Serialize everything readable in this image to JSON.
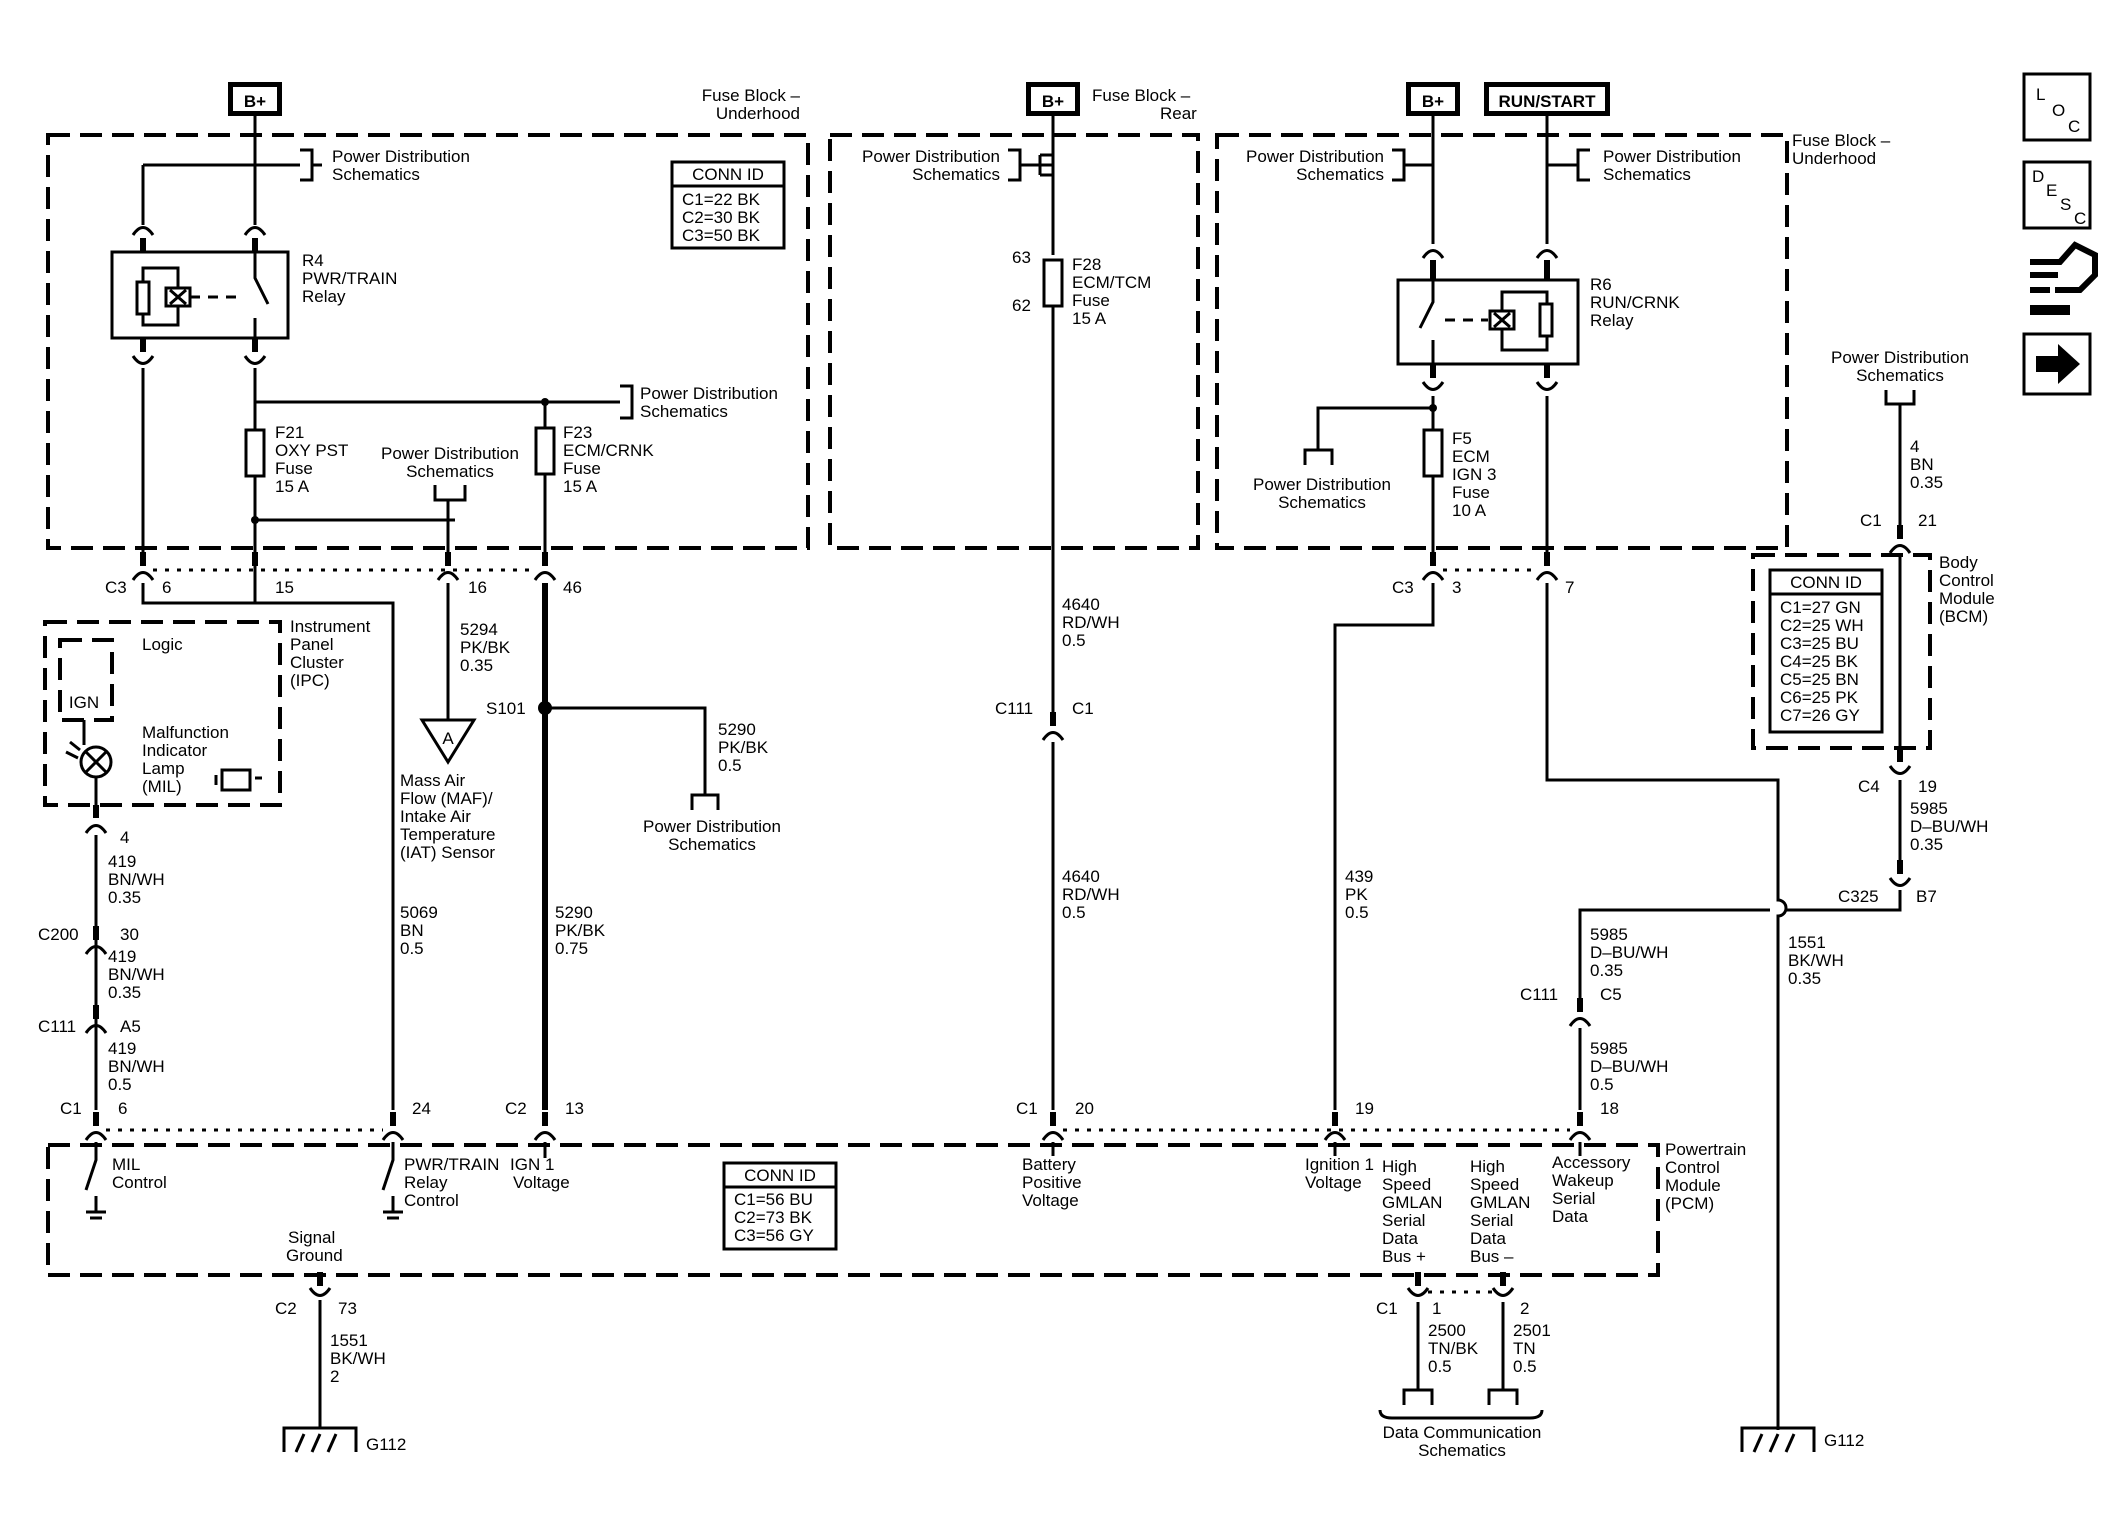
{
  "power_tags": {
    "bplus_1": "B+",
    "bplus_2": "B+",
    "bplus_3": "B+",
    "run_start": "RUN/START"
  },
  "fuse_blocks": {
    "underhood_left": [
      "Fuse Block –",
      "Underhood"
    ],
    "rear": [
      "Fuse Block –",
      "Rear"
    ],
    "underhood_right": [
      "Fuse Block –",
      "Underhood"
    ]
  },
  "power_distribution": [
    "Power Distribution",
    "Schematics"
  ],
  "data_comm": [
    "Data Communication",
    "Schematics"
  ],
  "conn_id": {
    "fuse_block": {
      "title": "CONN ID",
      "rows": [
        "C1=22 BK",
        "C2=30 BK",
        "C3=50 BK"
      ]
    },
    "bcm": {
      "title": "CONN ID",
      "rows": [
        "C1=27 GN",
        "C2=25 WH",
        "C3=25 BU",
        "C4=25 BK",
        "C5=25 BN",
        "C6=25 PK",
        "C7=26 GY"
      ]
    },
    "pcm": {
      "title": "CONN ID",
      "rows": [
        "C1=56 BU",
        "C2=73 BK",
        "C3=56 GY"
      ]
    }
  },
  "relays": {
    "r4": [
      "R4",
      "PWR/TRAIN",
      "Relay"
    ],
    "r6": [
      "R6",
      "RUN/CRNK",
      "Relay"
    ]
  },
  "fuses": {
    "f21": [
      "F21",
      "OXY PST",
      "Fuse",
      "15 A"
    ],
    "f23": [
      "F23",
      "ECM/CRNK",
      "Fuse",
      "15 A"
    ],
    "f28": [
      "F28",
      "ECM/TCM",
      "Fuse",
      "15 A"
    ],
    "f5": [
      "F5",
      "ECM",
      "IGN 3",
      "Fuse",
      "10 A"
    ]
  },
  "f28_pins": {
    "top": "63",
    "bottom": "62"
  },
  "connectors": {
    "c3_left": {
      "name": "C3",
      "pins": [
        "6",
        "15",
        "16",
        "46"
      ]
    },
    "c3_right": {
      "name": "C3",
      "pins": [
        "3",
        "7"
      ]
    },
    "c111_rear": {
      "name": "C111",
      "pin": "C1"
    },
    "c200": {
      "name": "C200",
      "pin": "30"
    },
    "c111_ipc": {
      "name": "C111",
      "pin": "A5"
    },
    "c111_right": {
      "name": "C111",
      "pin": "C5"
    },
    "s101": "S101",
    "pcm_c1_left": {
      "name": "C1",
      "pins": [
        "6",
        "24"
      ]
    },
    "pcm_c2": {
      "name": "C2",
      "pin": "13"
    },
    "pcm_c1_mid": {
      "name": "C1",
      "pins": [
        "20",
        "19",
        "18"
      ]
    },
    "pcm_c2_gnd": {
      "name": "C2",
      "pin": "73"
    },
    "pcm_c1_bus": {
      "name": "C1",
      "pins": [
        "1",
        "2"
      ]
    },
    "bcm_c1": {
      "name": "C1",
      "pin": "21"
    },
    "bcm_c4": {
      "name": "C4",
      "pin": "19"
    },
    "c325": {
      "name": "C325",
      "pin": "B7"
    },
    "ipc_pin": "4"
  },
  "wires": {
    "w5294": [
      "5294",
      "PK/BK",
      "0.35"
    ],
    "w5290a": [
      "5290",
      "PK/BK",
      "0.5"
    ],
    "w5290b": [
      "5290",
      "PK/BK",
      "0.75"
    ],
    "w5069": [
      "5069",
      "BN",
      "0.5"
    ],
    "w419a": [
      "419",
      "BN/WH",
      "0.35"
    ],
    "w419b": [
      "419",
      "BN/WH",
      "0.35"
    ],
    "w419c": [
      "419",
      "BN/WH",
      "0.5"
    ],
    "w4640a": [
      "4640",
      "RD/WH",
      "0.5"
    ],
    "w4640b": [
      "4640",
      "RD/WH",
      "0.5"
    ],
    "w439": [
      "439",
      "PK",
      "0.5"
    ],
    "w4": [
      "4",
      "BN",
      "0.35"
    ],
    "w5985a": [
      "5985",
      "D–BU/WH",
      "0.35"
    ],
    "w5985b": [
      "5985",
      "D–BU/WH",
      "0.35"
    ],
    "w5985c": [
      "5985",
      "D–BU/WH",
      "0.5"
    ],
    "w1551a": [
      "1551",
      "BK/WH",
      "0.35"
    ],
    "w1551b": [
      "1551",
      "BK/WH",
      "2"
    ],
    "w2500": [
      "2500",
      "TN/BK",
      "0.5"
    ],
    "w2501": [
      "2501",
      "TN",
      "0.5"
    ]
  },
  "modules": {
    "ipc": [
      "Instrument",
      "Panel",
      "Cluster",
      "(IPC)"
    ],
    "ipc_logic": "Logic",
    "ipc_ign": "IGN",
    "mil": [
      "Malfunction",
      "Indicator",
      "Lamp",
      "(MIL)"
    ],
    "bcm": [
      "Body",
      "Control",
      "Module",
      "(BCM)"
    ],
    "pcm": [
      "Powertrain",
      "Control",
      "Module",
      "(PCM)"
    ],
    "maf": [
      "Mass Air",
      "Flow (MAF)/",
      "Intake Air",
      "Temperature",
      "(IAT) Sensor"
    ],
    "maf_tag": "A"
  },
  "pcm_functions": {
    "mil_control": [
      "MIL",
      "Control"
    ],
    "pwr_relay_control": [
      "PWR/TRAIN",
      "Relay",
      "Control"
    ],
    "ign1_voltage": [
      "IGN 1",
      "Voltage"
    ],
    "battery_voltage": [
      "Battery",
      "Positive",
      "Voltage"
    ],
    "ignition1_voltage": [
      "Ignition 1",
      "Voltage"
    ],
    "hs_plus": [
      "High",
      "Speed",
      "GMLAN",
      "Serial",
      "Data",
      "Bus +"
    ],
    "hs_minus": [
      "High",
      "Speed",
      "GMLAN",
      "Serial",
      "Data",
      "Bus –"
    ],
    "acc_wakeup": [
      "Accessory",
      "Wakeup",
      "Serial",
      "Data"
    ],
    "signal_ground": [
      "Signal",
      "Ground"
    ]
  },
  "grounds": {
    "left": "G112",
    "right": "G112"
  },
  "side_icons": {
    "loc": [
      "L",
      "O",
      "C"
    ],
    "desc": [
      "D",
      "E",
      "S",
      "C"
    ],
    "items": [
      "loc-icon",
      "desc-icon",
      "connector-icon",
      "next-arrow-icon"
    ]
  }
}
